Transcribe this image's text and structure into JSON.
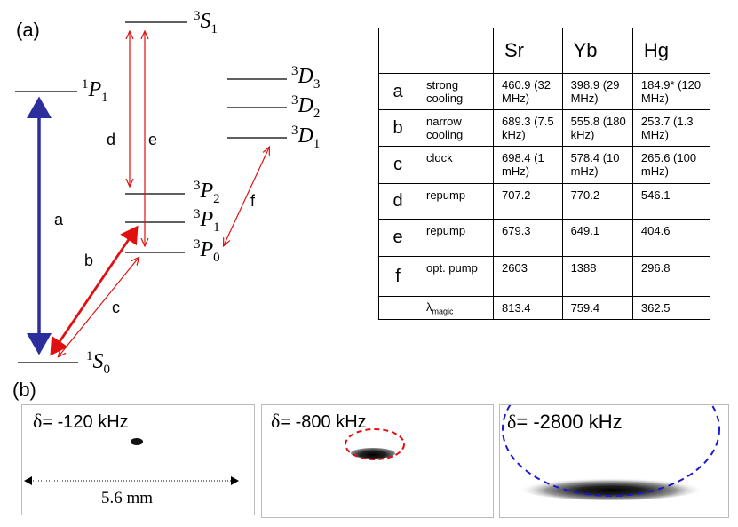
{
  "panel_a": {
    "label": "(a)",
    "levels": {
      "s0": {
        "mult": "1",
        "L": "S",
        "J": "0"
      },
      "p1_singlet": {
        "mult": "1",
        "L": "P",
        "J": "1"
      },
      "s1_triplet": {
        "mult": "3",
        "L": "S",
        "J": "1"
      },
      "d3": {
        "mult": "3",
        "L": "D",
        "J": "3"
      },
      "d2": {
        "mult": "3",
        "L": "D",
        "J": "2"
      },
      "d1": {
        "mult": "3",
        "L": "D",
        "J": "1"
      },
      "p2": {
        "mult": "3",
        "L": "P",
        "J": "2"
      },
      "p1_triplet": {
        "mult": "3",
        "L": "P",
        "J": "1"
      },
      "p0": {
        "mult": "3",
        "L": "P",
        "J": "0"
      }
    },
    "transitions": {
      "a": "a",
      "b": "b",
      "c": "c",
      "d": "d",
      "e": "e",
      "f": "f"
    },
    "colors": {
      "strong": "#2b2e9c",
      "red": "#e01010"
    }
  },
  "table": {
    "header": [
      "",
      "",
      "Sr",
      "Yb",
      "Hg"
    ],
    "rows": [
      {
        "key": "a",
        "name": "strong cooling",
        "sr": "460.9 (32 MHz)",
        "yb": "398.9 (29 MHz)",
        "hg": "184.9* (120 MHz)"
      },
      {
        "key": "b",
        "name": "narrow cooling",
        "sr": "689.3 (7.5 kHz)",
        "yb": "555.8 (180 kHz)",
        "hg": "253.7 (1.3 MHz)"
      },
      {
        "key": "c",
        "name": "clock",
        "sr": "698.4 (1 mHz)",
        "yb": "578.4 (10 mHz)",
        "hg": "265.6 (100 mHz)"
      },
      {
        "key": "d",
        "name": "repump",
        "sr": "707.2",
        "yb": "770.2",
        "hg": "546.1"
      },
      {
        "key": "e",
        "name": "repump",
        "sr": "679.3",
        "yb": "649.1",
        "hg": "404.6"
      },
      {
        "key": "f",
        "name": "opt. pump",
        "sr": "2603",
        "yb": "1388",
        "hg": "296.8"
      }
    ],
    "magic": {
      "symbol": "λ",
      "sub": "magic",
      "sr": "813.4",
      "yb": "759.4",
      "hg": "362.5"
    }
  },
  "panel_b": {
    "label": "(b)",
    "images": [
      {
        "delta": "= -120 kHz"
      },
      {
        "delta": "= -800 kHz"
      },
      {
        "delta": "= -2800 kHz"
      }
    ],
    "delta_symbol": "δ",
    "scale_bar": "5.6 mm",
    "colors": {
      "red_ellipse": "#e01010",
      "blue_ellipse": "#1a1ad0"
    }
  }
}
